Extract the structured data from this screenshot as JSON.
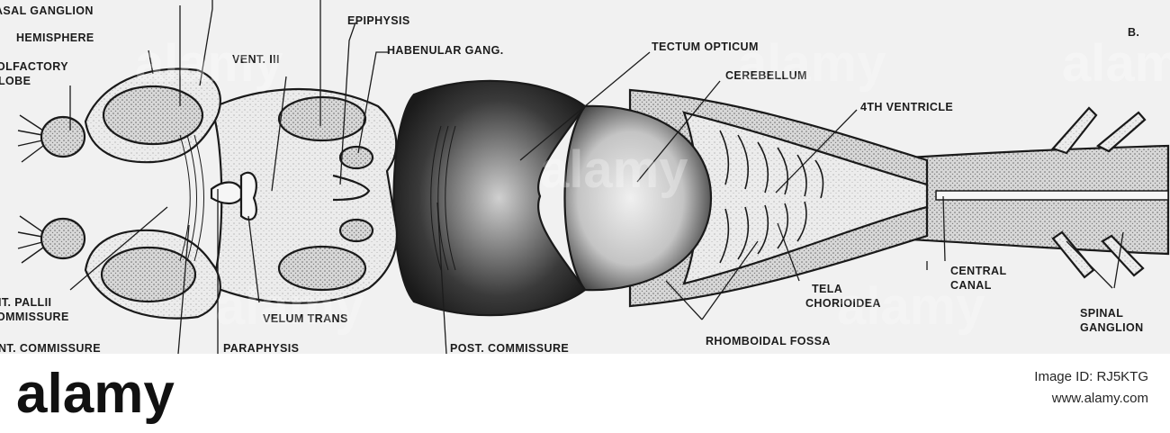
{
  "diagram": {
    "panel_label": "B.",
    "labels": {
      "basal_ganglion": "ASAL GANGLION",
      "hemisphere": "HEMISPHERE",
      "olfactory_lobe_1": "OLFACTORY",
      "olfactory_lobe_2": "LOBE",
      "vent_iii": "VENT. III",
      "epiphysis": "EPIPHYSIS",
      "habenular_gang": "HABENULAR GANG.",
      "tectum_opticum": "TECTUM OPTICUM",
      "cerebellum": "CEREBELLUM",
      "fourth_ventricle": "4TH VENTRICLE",
      "ant_pallii_1": "IT. PALLII",
      "ant_pallii_2": "OMMISSURE",
      "ant_commissure": "NT. COMMISSURE",
      "paraphysis": "PARAPHYSIS",
      "velum_trans": "VELUM TRANS",
      "post_commissure": "POST. COMMISSURE",
      "rhomboidal_fossa": "RHOMBOIDAL FOSSA",
      "tela_1": "TELA",
      "tela_2": "CHORIOIDEA",
      "central_canal_1": "CENTRAL",
      "central_canal_2": "CANAL",
      "spinal_ganglion_1": "SPINAL",
      "spinal_ganglion_2": "GANGLION"
    }
  },
  "watermark": {
    "text": "alamy"
  },
  "footer": {
    "logo": "alamy",
    "image_id": "Image ID: RJ5KTG",
    "url": "www.alamy.com"
  },
  "colors": {
    "ink": "#1c1c1c",
    "paper": "#f1f1f1",
    "stipple": "#8c8c8c"
  }
}
